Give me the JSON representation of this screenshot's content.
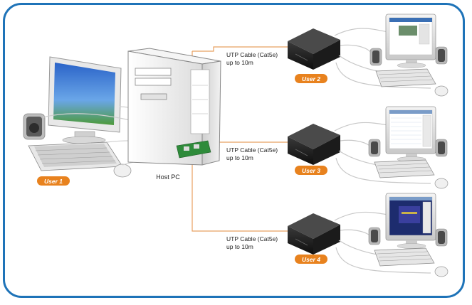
{
  "host_label": "Host PC",
  "users": [
    {
      "label": "User 1"
    },
    {
      "label": "User 2"
    },
    {
      "label": "User 3"
    },
    {
      "label": "User 4"
    }
  ],
  "links": [
    {
      "line1": "UTP Cable (Cat5e)",
      "line2": "up to 10m"
    },
    {
      "line1": "UTP Cable (Cat5e)",
      "line2": "up to 10m"
    },
    {
      "line1": "UTP Cable (Cat5e)",
      "line2": "up to 10m"
    }
  ],
  "colors": {
    "frame": "#1e73b8",
    "badge": "#e8821e",
    "cable": "#e8a060",
    "screen_desktop": "#2f6fc4"
  }
}
